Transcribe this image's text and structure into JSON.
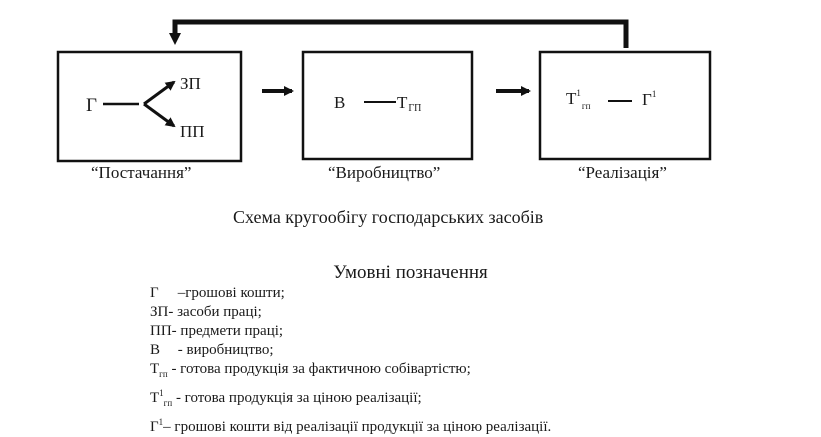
{
  "stages": [
    {
      "caption": "“Постачання”",
      "source": "Г",
      "outputs": [
        "ЗП",
        "ПП"
      ]
    },
    {
      "caption": "“Виробництво”",
      "left": "В",
      "right": "Т",
      "right_sub": "ГП"
    },
    {
      "caption": "“Реалізація”",
      "left": "Т",
      "left_sup": "1",
      "left_sub": "гп",
      "right": "Г",
      "right_sup": "1"
    }
  ],
  "scheme_title": "Схема кругообігу господарських засобів",
  "legend": {
    "title": "Умовні позначення",
    "items": [
      {
        "symbol": "Г",
        "text": " –грошові кошти;"
      },
      {
        "symbol": "ЗП",
        "text": "- засоби праці;"
      },
      {
        "symbol": "ПП",
        "text": "- предмети праці;"
      },
      {
        "symbol": "В",
        "text": " - виробництво;"
      },
      {
        "symbol": "Т",
        "sub": "гп",
        "text": " - готова продукція за фактичною собівартістю;"
      },
      {
        "symbol": "Т",
        "sup": "1",
        "sub": "гп",
        "text": " - готова продукція за ціною реалізації;"
      },
      {
        "symbol": "Г",
        "sup": "1",
        "text": "– грошові кошти від реалізації продукції за ціною реалізації."
      }
    ]
  }
}
